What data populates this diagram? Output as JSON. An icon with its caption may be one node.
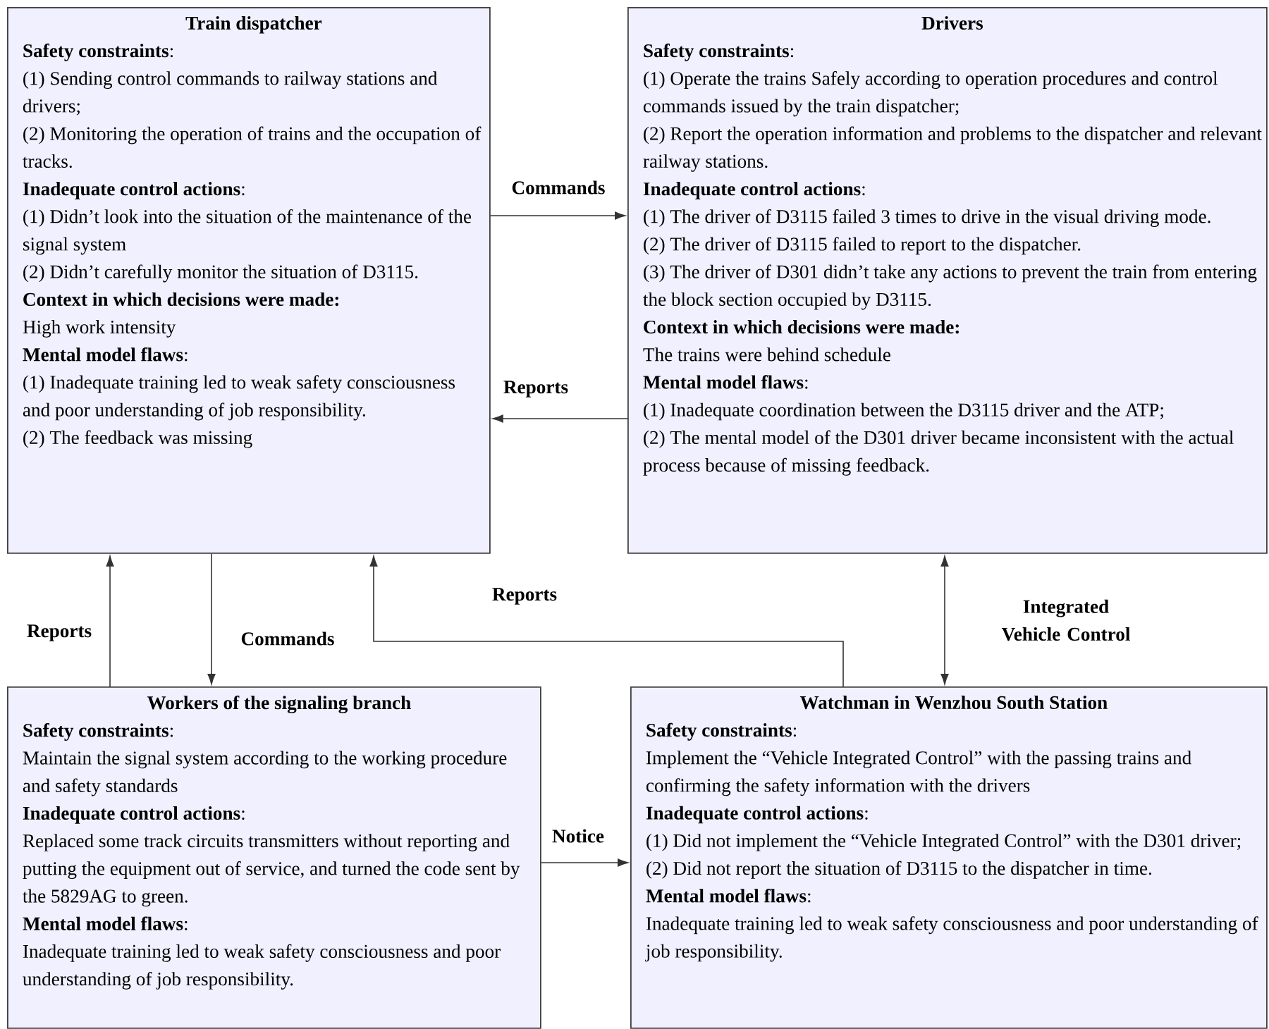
{
  "diagram": {
    "nodes": [
      {
        "text": [
          "Train dispatcher",
          "**Safety constraints**:",
          "(1) Sending control commands to railway stations and drivers;",
          "(2) Monitoring the operation of trains and the occupation of tracks.",
          "**Inadequate control actions**:",
          "(1) Didn’t look into the situation of the maintenance of the signal system",
          "(2) Didn’t carefully monitor the situation of D3115.",
          "**Context in which decisions were made:**",
          "High work intensity",
          "**Mental model flaws**:",
          "(1) Inadequate training led to weak safety consciousness and poor understanding of job responsibility.",
          "(2) The feedback was missing"
        ]
      },
      {
        "text": [
          "Drivers",
          "**Safety constraints**:",
          "(1) Operate the trains Safely according to operation procedures and control commands issued by the train dispatcher;",
          "(2) Report the operation information and problems to the dispatcher and relevant railway stations.",
          "**Inadequate control actions**:",
          "(1) The driver of D3115 failed 3 times to drive in the visual driving mode.",
          "(2) The driver of D3115 failed to report to the dispatcher.",
          "(3) The driver of D301 didn’t take any actions to prevent the train from entering the block section occupied by D3115.",
          "**Context in which decisions were made:**",
          "The trains were behind schedule",
          "**Mental model flaws**:",
          "(1) Inadequate coordination between the D3115 driver and the ATP;",
          "(2) The mental model of the D301 driver became inconsistent with the actual process because of missing feedback."
        ]
      },
      {
        "text": [
          "Workers of the signaling branch",
          "**Safety constraints**:",
          "Maintain the signal system according to the working procedure and safety standards",
          "**Inadequate control actions**:",
          "Replaced some track circuits transmitters without reporting and putting the equipment out of service, and turned the code sent by the 5829AG to green.",
          "**Mental model flaws**:",
          "Inadequate training led to weak safety consciousness and poor understanding of job responsibility."
        ]
      },
      {
        "text": [
          "Watchman in Wenzhou South Station",
          "**Safety constraints**:",
          "Implement the “Vehicle Integrated Control” with the passing trains and confirming the safety information with the drivers",
          "**Inadequate control actions**:",
          "(1) Did not implement the “Vehicle Integrated Control” with the D301 driver;",
          "(2) Did not report the situation of D3115 to the dispatcher in time.",
          "**Mental model flaws**:",
          "Inadequate training led to weak safety consciousness and poor understanding of job responsibility."
        ]
      }
    ],
    "edges": [
      {
        "from": 0,
        "to": 1,
        "arrow": "to",
        "label": "Commands"
      },
      {
        "from": 1,
        "to": 0,
        "arrow": "to",
        "label": "Reports"
      },
      {
        "from": 2,
        "to": 0,
        "arrow": "to",
        "label": "Reports"
      },
      {
        "from": 0,
        "to": 2,
        "arrow": "to",
        "label": "Commands"
      },
      {
        "from": 3,
        "to": 0,
        "arrow": "to",
        "label": "Reports"
      },
      {
        "from": 1,
        "to": 3,
        "arrow": "both",
        "label": "Integrated Vehicle Control"
      },
      {
        "from": 2,
        "to": 3,
        "arrow": "to",
        "label": "Notice"
      }
    ]
  }
}
